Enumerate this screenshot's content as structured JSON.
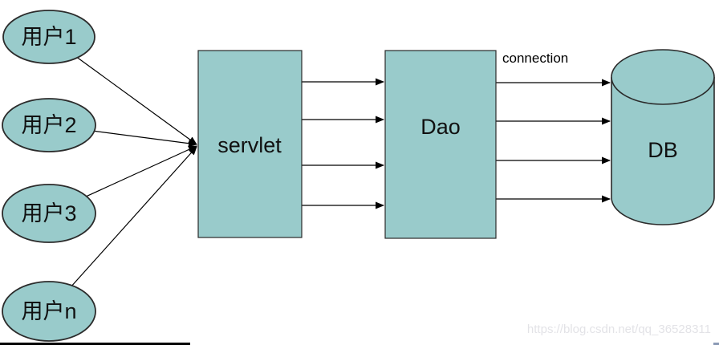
{
  "colors": {
    "shape_fill": "#99cbcb",
    "shape_stroke": "#2b2b2b",
    "arrow_color": "#000000",
    "watermark_color": "#e3e3e7"
  },
  "users": [
    {
      "label": "用户1"
    },
    {
      "label": "用户2"
    },
    {
      "label": "用户3"
    },
    {
      "label": "用户n"
    }
  ],
  "nodes": {
    "servlet_label": "servlet",
    "dao_label": "Dao",
    "db_label": "DB"
  },
  "annotations": {
    "connection_label": "connection",
    "watermark": "https://blog.csdn.net/qq_36528311"
  }
}
